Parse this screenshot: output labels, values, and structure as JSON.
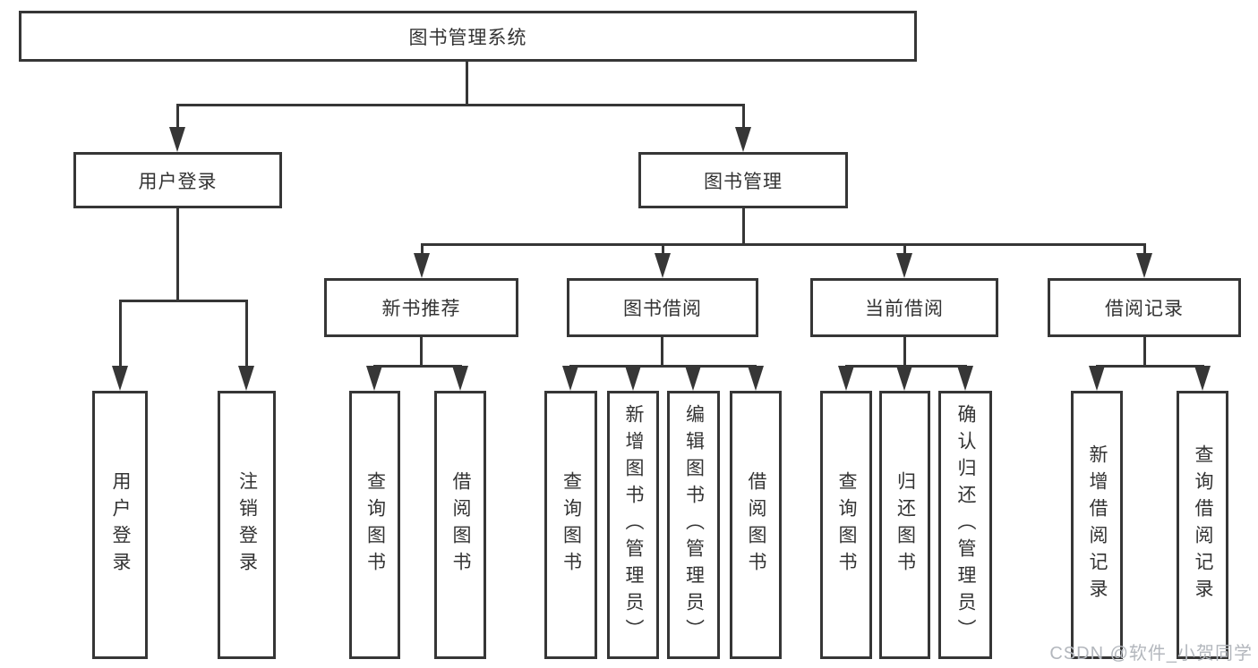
{
  "diagram_title": "图书管理系统",
  "nodes": {
    "root": "图书管理系统",
    "user_login": "用户登录",
    "book_mgmt": "图书管理",
    "new_book_rec": "新书推荐",
    "book_borrow": "图书借阅",
    "current_borrow": "当前借阅",
    "borrow_record": "借阅记录",
    "ul_user_login": "用户登录",
    "ul_logout": "注销登录",
    "nbr_query_book": "查询图书",
    "nbr_borrow_book": "借阅图书",
    "bb_query_book": "查询图书",
    "bb_add_book": "新增图书（管理员）",
    "bb_edit_book": "编辑图书（管理员）",
    "bb_borrow_book": "借阅图书",
    "cb_query_book": "查询图书",
    "cb_return_book": "归还图书",
    "cb_confirm_return": "确认归还（管理员）",
    "br_add_record": "新增借阅记录",
    "br_query_record": "查询借阅记录"
  },
  "watermark": "CSDN @软件_小贺同学",
  "colors": {
    "line": "#363636",
    "text": "#333333",
    "watermark": "#b3b7bd",
    "background": "#ffffff"
  }
}
